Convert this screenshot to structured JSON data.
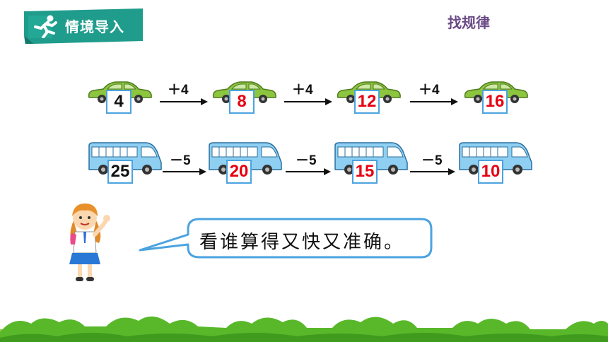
{
  "header": {
    "section_title": "情境导入",
    "topic": "找规律"
  },
  "car_row": {
    "vehicle": "car-icon",
    "color": "#8cc63f",
    "numbers": [
      "4",
      "8",
      "12",
      "16"
    ],
    "operations": [
      "＋4",
      "＋4",
      "＋4"
    ]
  },
  "bus_row": {
    "vehicle": "bus-icon",
    "color": "#4ba3e0",
    "numbers": [
      "25",
      "20",
      "15",
      "10"
    ],
    "operations": [
      "－5",
      "－5",
      "－5"
    ]
  },
  "speech": {
    "text": "看谁算得又快又准确。"
  },
  "colors": {
    "banner": "#1a9a8a",
    "given": "#111111",
    "answer": "#e60012",
    "box_border": "#4ba3e0"
  }
}
